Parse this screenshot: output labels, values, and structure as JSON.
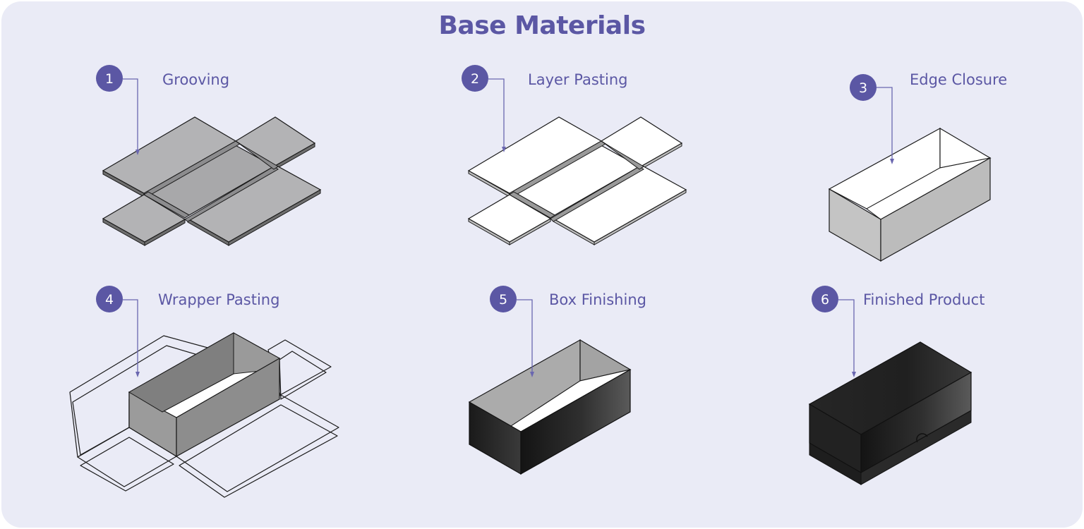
{
  "title": "Base Materials",
  "colors": {
    "background": "#eaebf6",
    "accent": "#5b57a4",
    "text": "#5b57a4"
  },
  "steps": [
    {
      "number": "1",
      "label": "Grooving"
    },
    {
      "number": "2",
      "label": "Layer Pasting"
    },
    {
      "number": "3",
      "label": "Edge Closure"
    },
    {
      "number": "4",
      "label": "Wrapper Pasting"
    },
    {
      "number": "5",
      "label": "Box Finishing"
    },
    {
      "number": "6",
      "label": "Finished Product"
    }
  ]
}
